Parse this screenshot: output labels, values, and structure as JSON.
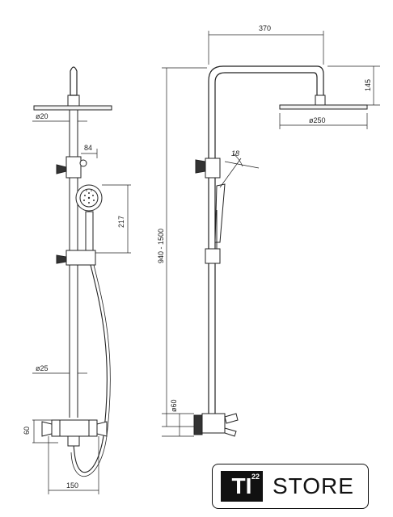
{
  "front_view": {
    "dims": {
      "rail_diameter": "ø20",
      "holder_offset": "84",
      "handshower_height": "217",
      "pipe_diameter": "ø25",
      "mixer_height": "60",
      "mixer_spacing": "150"
    }
  },
  "side_view": {
    "dims": {
      "arm_length": "370",
      "head_height": "145",
      "head_diameter": "ø250",
      "holder_angle": "18",
      "height_range": "940 - 1500",
      "wall_diameter": "ø60"
    }
  },
  "logo": {
    "badge_text": "TI",
    "badge_sup": "22",
    "store_text": "STORE"
  }
}
